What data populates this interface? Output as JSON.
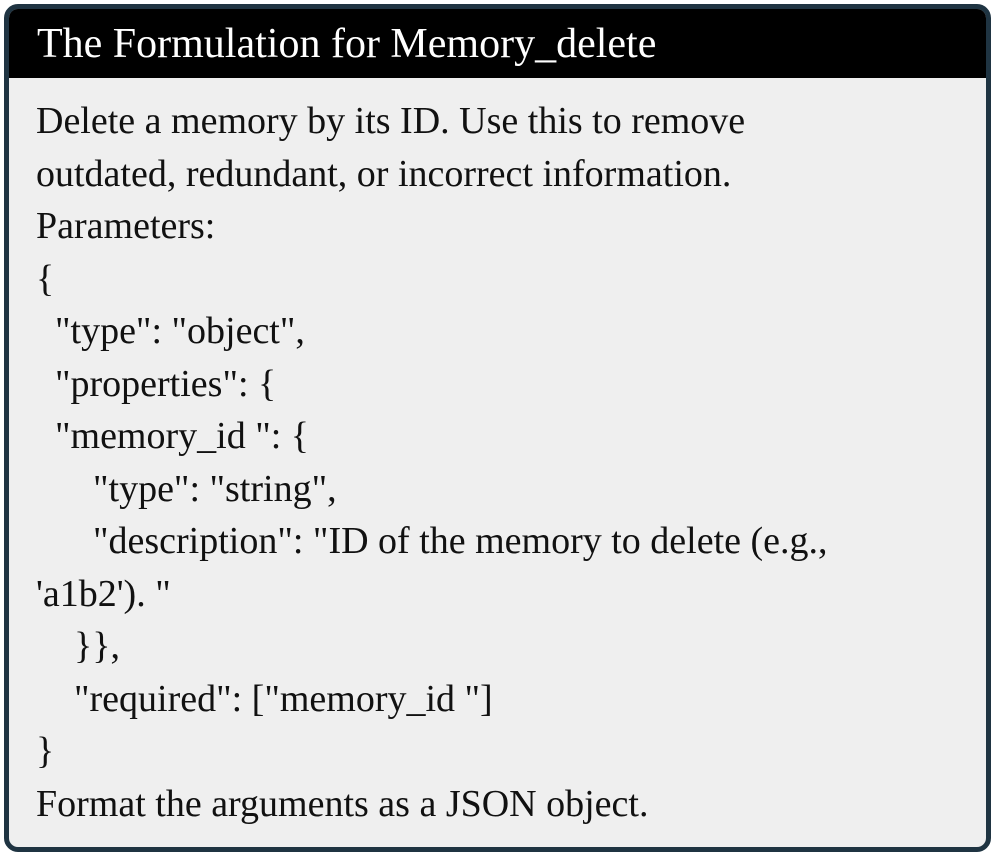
{
  "header": {
    "title": "The Formulation for Memory_delete"
  },
  "body": {
    "lines": [
      "Delete a memory by its ID. Use this to remove",
      "outdated, redundant, or incorrect information.",
      "Parameters:",
      "{",
      "  \"type\": \"object\",",
      "  \"properties\": {",
      "  \"memory_id \": {",
      "      \"type\": \"string\",",
      "      \"description\": \"ID of the memory to delete (e.g.,",
      "'a1b2'). \"",
      "    }},",
      "    \"required\": [\"memory_id \"]",
      "}",
      "Format the arguments as a JSON object."
    ]
  }
}
